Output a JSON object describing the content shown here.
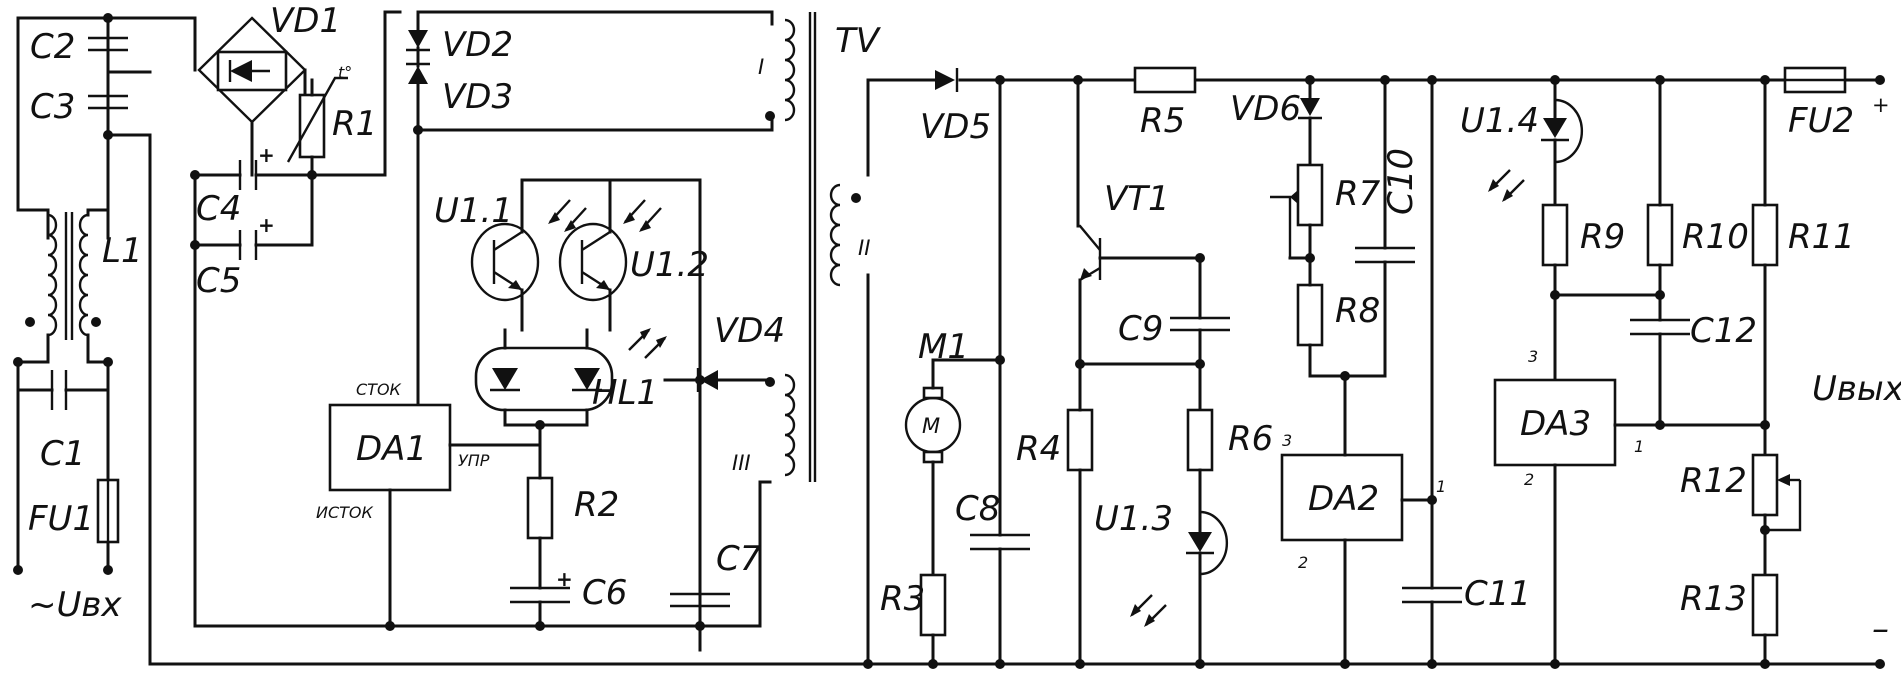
{
  "labels": {
    "c1": "C1",
    "c2": "C2",
    "c3": "C3",
    "c4": "C4",
    "c5": "C5",
    "c6": "C6",
    "c7": "C7",
    "c8": "C8",
    "c9": "C9",
    "c10": "C10",
    "c11": "C11",
    "c12": "C12",
    "r1": "R1",
    "r2": "R2",
    "r3": "R3",
    "r4": "R4",
    "r5": "R5",
    "r6": "R6",
    "r7": "R7",
    "r8": "R8",
    "r9": "R9",
    "r10": "R10",
    "r11": "R11",
    "r12": "R12",
    "r13": "R13",
    "vd1": "VD1",
    "vd2": "VD2",
    "vd3": "VD3",
    "vd4": "VD4",
    "vd5": "VD5",
    "vd6": "VD6",
    "vt1": "VT1",
    "l1": "L1",
    "fu1": "FU1",
    "fu2": "FU2",
    "m1": "M1",
    "m_letter": "M",
    "tv": "TV",
    "u11": "U1.1",
    "u12": "U1.2",
    "u13": "U1.3",
    "u14": "U1.4",
    "hl1": "HL1",
    "da1": "DA1",
    "da2": "DA2",
    "da3": "DA3",
    "winding1": "I",
    "winding2": "II",
    "winding3": "III",
    "uin": "~Uвх",
    "uout": "Uвых",
    "drain": "СТОК",
    "source": "ИСТОК",
    "control": "УПР",
    "thermistor_mark": "t°",
    "plus_out": "+",
    "minus_out": "–",
    "cap_plus": "+",
    "da2_pin3": "3",
    "da2_pin1": "1",
    "da2_pin2": "2",
    "da3_pin3": "3",
    "da3_pin1": "1",
    "da3_pin2": "2"
  }
}
